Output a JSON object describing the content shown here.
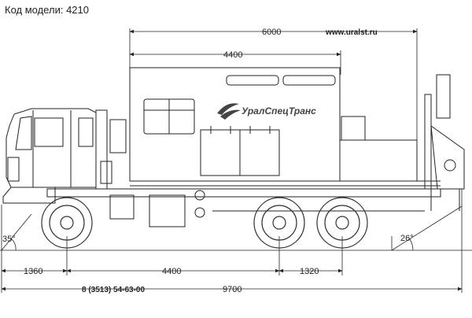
{
  "header": {
    "model_label": "Код модели:",
    "model_code": "4210"
  },
  "site_url": "www.uralst.ru",
  "brand": {
    "name": "УралСпецТранс",
    "logo_icon": "swoosh-logo"
  },
  "dimensions": {
    "body_length": "6000",
    "cabin_length": "4400",
    "front_overhang": "1360",
    "wheelbase": "4400",
    "rear_axle_spacing": "1320",
    "total_length": "9700",
    "approach_angle": "35°",
    "departure_angle": "26°"
  },
  "phone": "8 (3513) 54-63-00",
  "colors": {
    "line": "#222222",
    "wheel": "#333333",
    "background": "#ffffff"
  }
}
